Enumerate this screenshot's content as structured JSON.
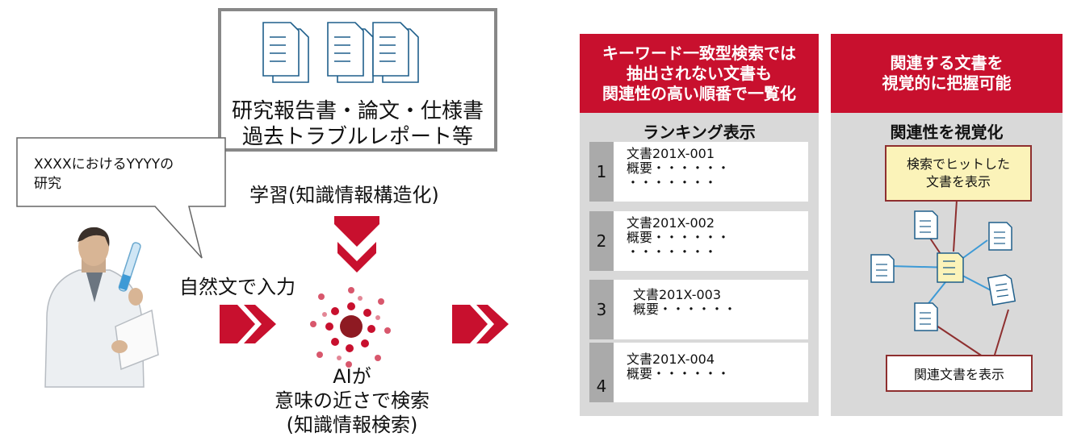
{
  "documents_box": {
    "line1": "研究報告書・論文・仕様書",
    "line2": "過去トラブルレポート等"
  },
  "speech_bubble": {
    "text": "XXXXにおけるYYYYの\n研究"
  },
  "learning_label": "学習(知識情報構造化)",
  "input_label": "自然文で入力",
  "ai_label": {
    "line1": "AIが",
    "line2": "意味の近さで検索",
    "line3": "(知識情報検索)"
  },
  "ranking_panel": {
    "header": [
      "キーワード一致型検索では",
      "抽出されない文書も",
      "関連性の高い順番で一覧化"
    ],
    "title": "ランキング表示",
    "items": [
      {
        "rank": "1",
        "doc": "文書201X-001",
        "summary": "概要・・・・・・",
        "more": "・・・・・・・"
      },
      {
        "rank": "2",
        "doc": "文書201X-002",
        "summary": "概要・・・・・・",
        "more": "・・・・・・・"
      },
      {
        "rank": "3",
        "doc": "文書201X-003",
        "summary": "概要・・・・・・",
        "more": ""
      },
      {
        "rank": "4",
        "doc": "文書201X-004",
        "summary": "概要・・・・・・",
        "more": ""
      }
    ]
  },
  "visual_panel": {
    "header": [
      "関連する文書を",
      "視覚的に把握可能"
    ],
    "title": "関連性を視覚化",
    "hit_box": [
      "検索でヒットした",
      "文書を表示"
    ],
    "related_box": "関連文書を表示"
  },
  "colors": {
    "accent_red": "#c8102e",
    "panel_gray": "#d9d9d9",
    "yellow": "#fbf3b9",
    "link_blue": "#3d9ad6",
    "link_dark": "#8e2f2f"
  }
}
